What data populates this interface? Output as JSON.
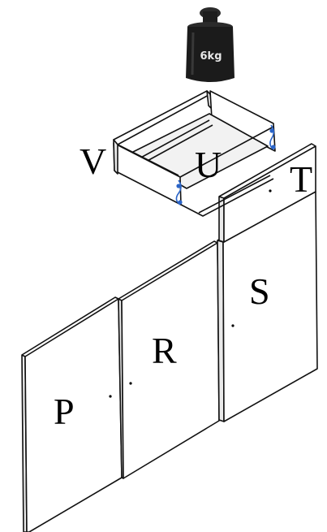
{
  "weight": {
    "label": "6kg"
  },
  "parts": {
    "P": "P",
    "R": "R",
    "S": "S",
    "T": "T",
    "U": "U",
    "V": "V"
  },
  "colors": {
    "panel_face": "#ffffff",
    "panel_edge": "#e9e9e9",
    "drawer_inner": "#f2f2f2",
    "weight_body": "#1b1b1b",
    "fastener": "#2a64c8"
  }
}
